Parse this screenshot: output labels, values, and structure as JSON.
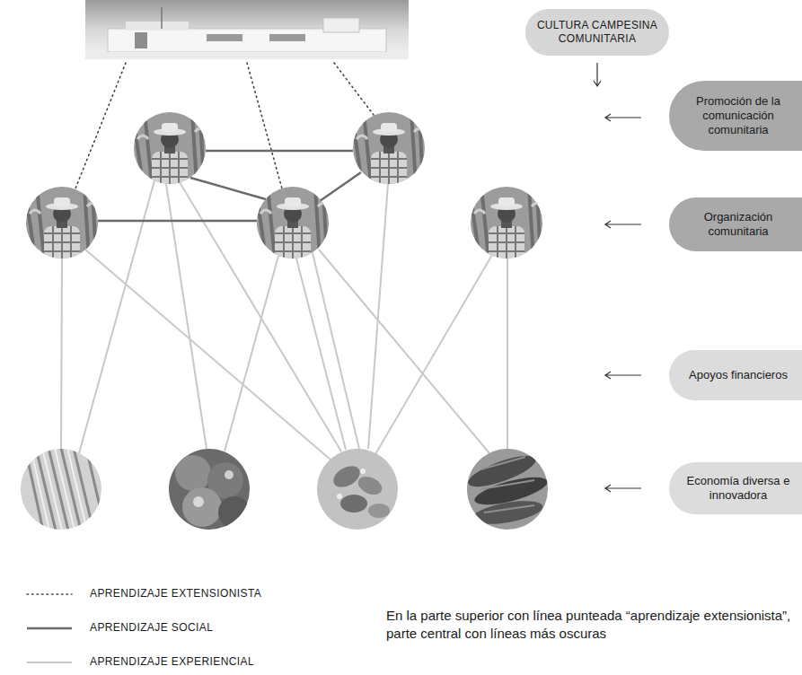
{
  "diagram": {
    "caption": "En la parte superior con línea punteada “aprendizaje extensionista”, parte central con líneas más oscuras",
    "nodes": [
      {
        "text": [
          "CULTURA CAMPESINA COMUNITARIA"
        ]
      },
      {
        "text": [
          "Promoción de la comunicación comunitaria"
        ]
      },
      {
        "text": [
          "Organización comunitaria"
        ]
      },
      {
        "text": [
          "Apoyos financieros"
        ]
      },
      {
        "text": [
          "Economía diversa e innovadora"
        ]
      }
    ],
    "legend": [
      {
        "text": "APRENDIZAJE EXTENSIONISTA"
      },
      {
        "text": "APRENDIZAJE SOCIAL"
      },
      {
        "text": "APRENDIZAJE EXPERIENCIAL"
      }
    ]
  }
}
